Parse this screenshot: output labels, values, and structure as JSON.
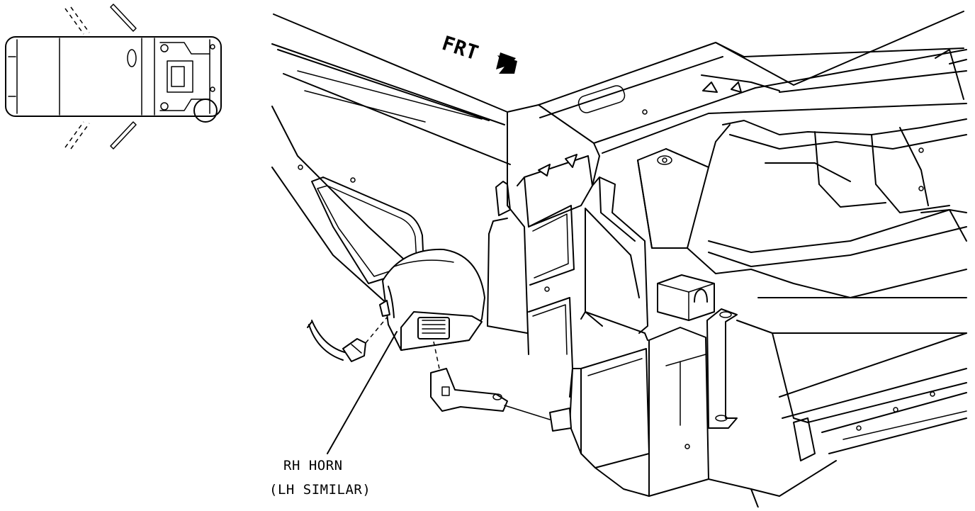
{
  "diagram": {
    "direction_label": "FRT",
    "callout_line1": "RH HORN",
    "callout_line2": "(LH SIMILAR)"
  },
  "colors": {
    "ink": "#000000",
    "paper": "#ffffff"
  },
  "icons": [
    "vehicle-locator-icon",
    "front-direction-arrow-icon"
  ]
}
